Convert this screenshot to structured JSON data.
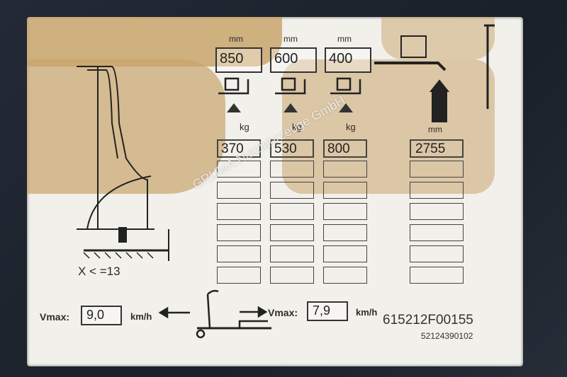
{
  "load_table": {
    "units_mm_label": "mm",
    "units_kg_label": "kg",
    "columns": [
      {
        "center_mm": "850",
        "capacity_kg": "370"
      },
      {
        "center_mm": "600",
        "capacity_kg": "530"
      },
      {
        "center_mm": "400",
        "capacity_kg": "800"
      }
    ],
    "lift_height_mm": "2755"
  },
  "tilt": {
    "label": "X < =13"
  },
  "speed": {
    "left_label": "Vmax:",
    "left_value": "9,0",
    "left_unit": "km/h",
    "right_label": "Vmax:",
    "right_value": "7,9",
    "right_unit": "km/h"
  },
  "serial": {
    "main": "615212F00155",
    "sub": "52124390102"
  },
  "watermark": "GRUMA Nutzfahrzeuge GmbH",
  "icon_names": [
    "forklift-mast-icon",
    "pallet-truck-icon",
    "arrow-left-icon",
    "arrow-right-icon",
    "lift-arrow-icon",
    "warning-triangle-icon"
  ]
}
